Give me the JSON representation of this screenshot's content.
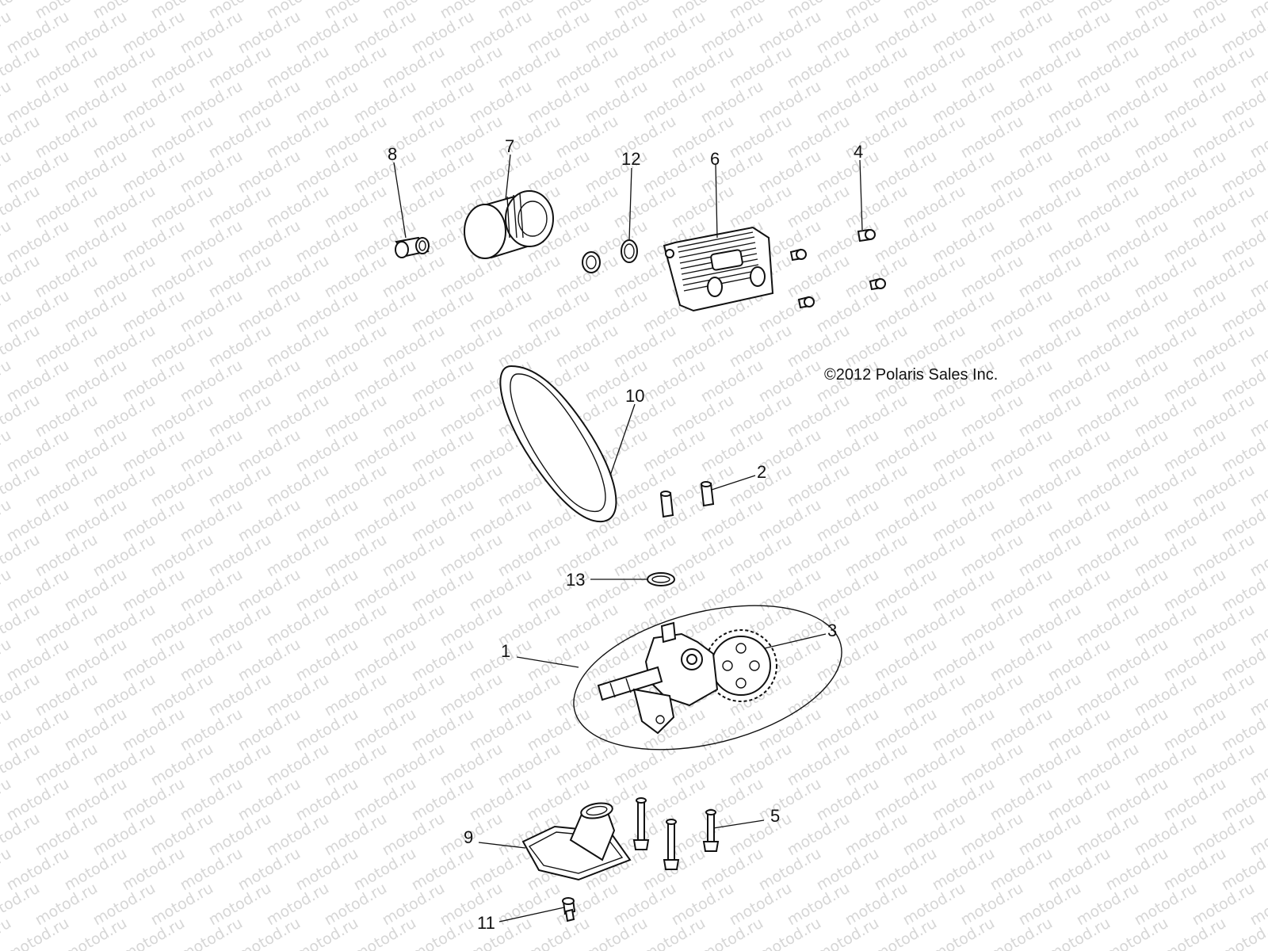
{
  "copyright": "©2012 Polaris Sales Inc.",
  "watermark": "motod.ru",
  "callouts": {
    "c1": "1",
    "c2": "2",
    "c3": "3",
    "c4": "4",
    "c5": "5",
    "c6": "6",
    "c7": "7",
    "c8": "8",
    "c9": "9",
    "c10": "10",
    "c11": "11",
    "c12": "12",
    "c13": "13"
  },
  "icons": {
    "filter": "oil-filter-icon",
    "cooler": "oil-cooler-icon",
    "belt": "drive-belt-icon",
    "pump": "oil-pump-icon",
    "pickup": "oil-pickup-icon"
  },
  "colors": {
    "line": "#111111",
    "watermark": "#d6d6d6",
    "background": "#ffffff"
  }
}
